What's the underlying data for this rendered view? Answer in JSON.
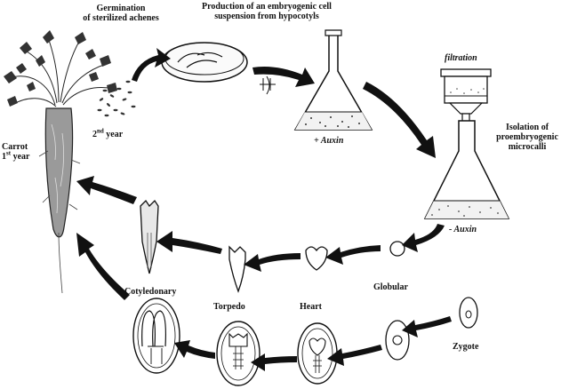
{
  "labels": {
    "germination": [
      "Germination",
      "of sterilized achenes"
    ],
    "production": [
      "Production of an embryogenic cell",
      "suspension from hypocotyls"
    ],
    "filtration": "filtration",
    "isolation": [
      "Isolation of",
      "proembryogenic",
      "microcalli"
    ],
    "plus_auxin": "+ Auxin",
    "minus_auxin": "- Auxin",
    "carrot_1st": {
      "word": "Carrot",
      "num": "1",
      "sup": "st",
      "rest": " year"
    },
    "second_year": {
      "num": "2",
      "sup": "nd",
      "rest": " year"
    },
    "cotyledonary": "Cotyledonary",
    "torpedo": "Torpedo",
    "heart": "Heart",
    "globular": "Globular",
    "zygote": "Zygote"
  },
  "colors": {
    "ink": "#111111",
    "background": "#ffffff",
    "medium": "#f2f2f2"
  },
  "icons": [
    "carrot-plant-icon",
    "seeds-icon",
    "petri-dish-icon",
    "erlenmeyer-flask-icon",
    "filter-funnel-icon",
    "ovule-icon",
    "embryo-icon",
    "curved-arrow-icon"
  ]
}
